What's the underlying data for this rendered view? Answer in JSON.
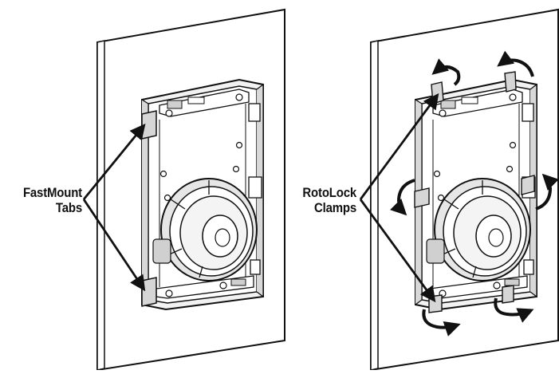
{
  "labels": {
    "left_line1": "FastMount",
    "left_line2": "Tabs",
    "right_line1": "RotoLock",
    "right_line2": "Clamps"
  },
  "colors": {
    "ink": "#111111",
    "background": "#ffffff",
    "panel_fill": "#ffffff",
    "frame_fill": "#f2f2f2",
    "shade": "#cfcfcf"
  },
  "icons": {
    "left_figure": "in-wall-speaker-fastmount-illustration",
    "right_figure": "in-wall-speaker-rotolock-illustration",
    "rotation_arrows": "curved-rotate-arrow-icon"
  }
}
